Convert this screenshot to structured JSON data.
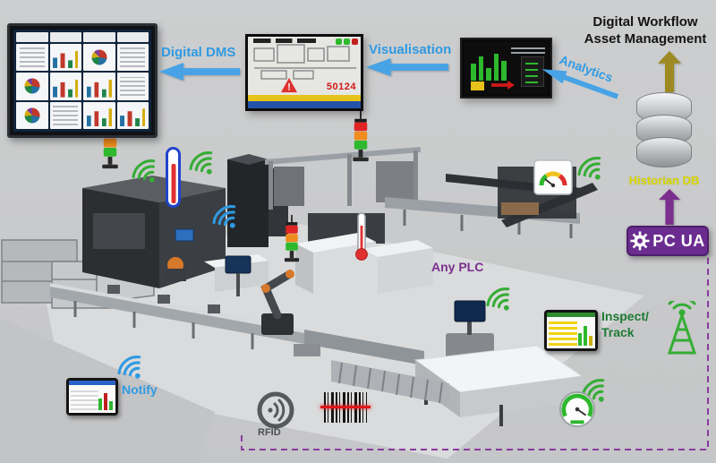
{
  "labels": {
    "digital_dms": "Digital DMS",
    "visualisation": "Visualisation",
    "analytics": "Analytics",
    "workflow_line1": "Digital Workflow",
    "workflow_line2": "Asset Management",
    "historian_db": "Historian DB",
    "opc_ua_text": "PC UA",
    "any_plc": "Any PLC",
    "inspect_line1": "Inspect/",
    "inspect_line2": "Track",
    "notify": "Notify",
    "rfid": "RFID",
    "andon_number": "50124"
  },
  "colors": {
    "label_blue": "#2f9ae3",
    "arrow_blue": "#47a3e6",
    "purple": "#7b2f8e",
    "opc_purple": "#6a2d8f",
    "green_label": "#1d7a34",
    "wifi_green": "#35ad35",
    "historian_yellow": "#d9d900",
    "olive_arrow": "#9d8a22",
    "alert_red": "#d01818",
    "andon_amber": "#f08c1e",
    "andon_green": "#2eb82e",
    "background": "#c9cacb"
  }
}
